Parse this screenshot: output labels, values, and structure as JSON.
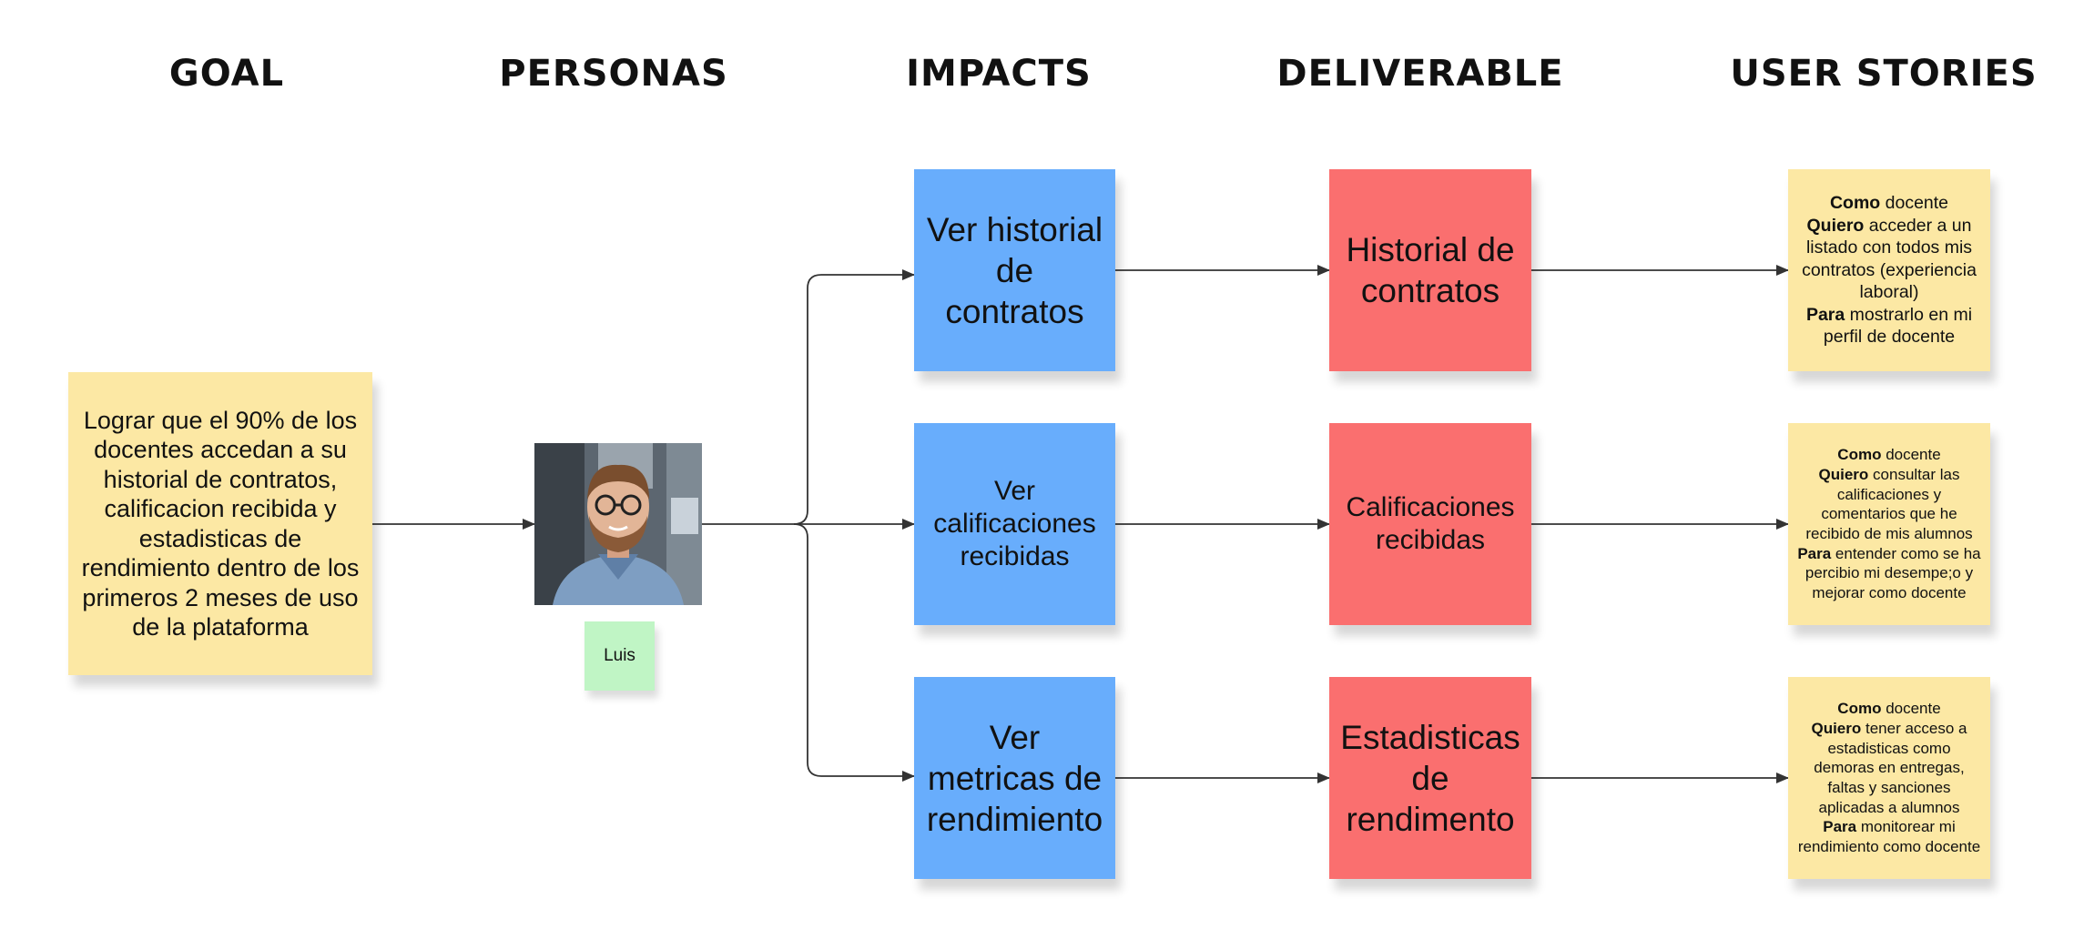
{
  "headers": {
    "goal": "GOAL",
    "personas": "PERSONAS",
    "impacts": "IMPACTS",
    "deliverable": "DELIVERABLE",
    "user_stories": "USER STORIES"
  },
  "goal": {
    "text": "Lograr que el 90% de los docentes accedan a su historial de contratos, calificacion recibida y estadisticas de rendimiento dentro de los primeros 2 meses de uso de la plataforma"
  },
  "persona": {
    "name": "Luis"
  },
  "impacts": [
    "Ver historial de contratos",
    "Ver calificaciones recibidas",
    "Ver metricas de rendimiento"
  ],
  "deliverables": [
    "Historial de contratos",
    "Calificaciones recibidas",
    "Estadisticas de rendimento"
  ],
  "stories": [
    {
      "como_label": "Como",
      "como": " docente",
      "quiero_label": "Quiero",
      "quiero": " acceder a un listado con todos mis contratos (experiencia laboral)",
      "para_label": "Para",
      "para": " mostrarlo en mi perfil de docente"
    },
    {
      "como_label": "Como",
      "como": " docente",
      "quiero_label": "Quiero",
      "quiero": " consultar las calificaciones y comentarios que he recibido de mis alumnos",
      "para_label": "Para",
      "para": " entender como se ha percibio mi desempe;o y mejorar como docente"
    },
    {
      "como_label": "Como",
      "como": " docente",
      "quiero_label": "Quiero",
      "quiero": " tener acceso a estadisticas como demoras en entregas, faltas y sanciones aplicadas a alumnos",
      "para_label": "Para",
      "para": " monitorear mi rendimiento como docente"
    }
  ],
  "colors": {
    "yellow_note": "#fce8a4",
    "blue_note": "#68adfc",
    "red_note": "#fa6f6f",
    "green_note": "#c0f5c5",
    "connector": "#333333"
  }
}
